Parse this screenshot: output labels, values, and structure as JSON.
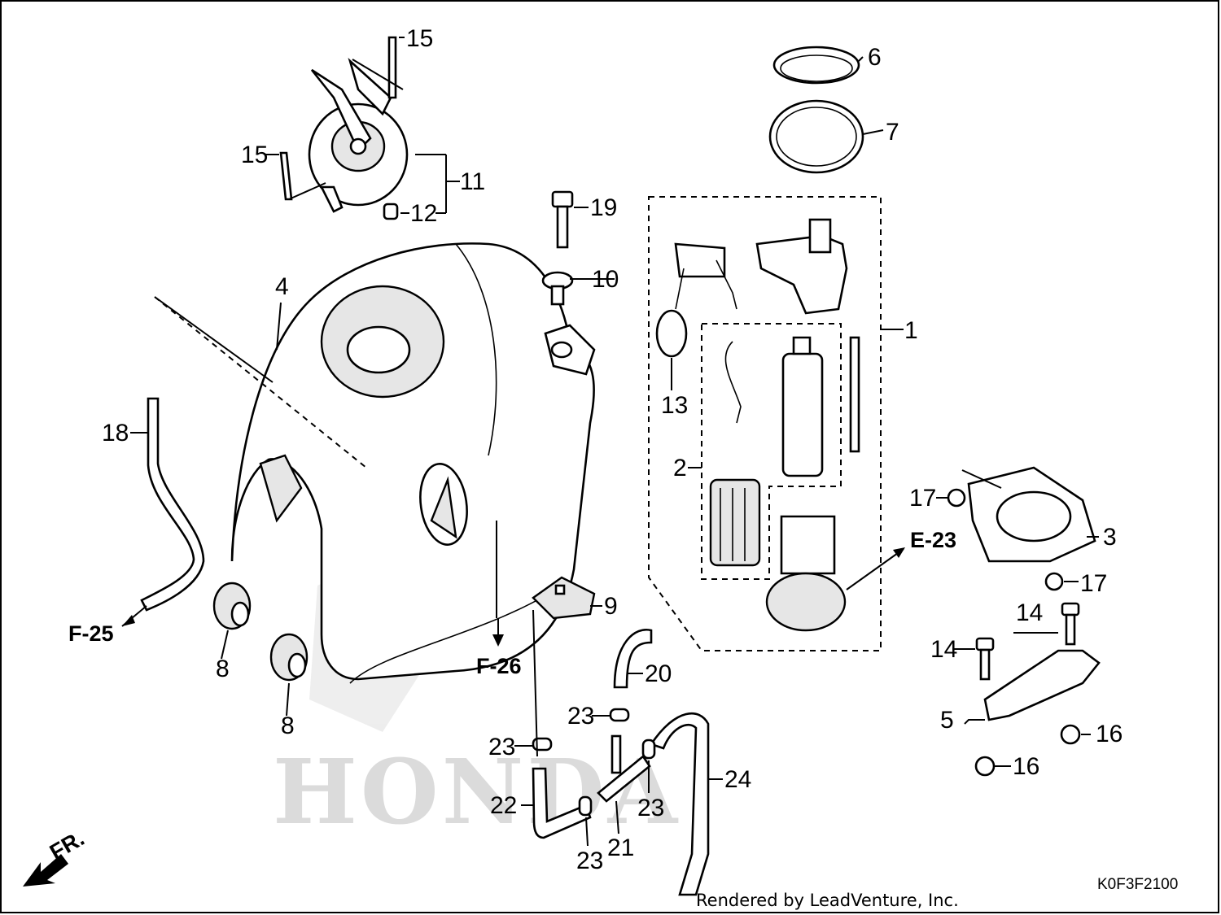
{
  "diagram": {
    "callouts": [
      {
        "key": "p1",
        "label": "1"
      },
      {
        "key": "p2",
        "label": "2"
      },
      {
        "key": "p3",
        "label": "3"
      },
      {
        "key": "p4",
        "label": "4"
      },
      {
        "key": "p5",
        "label": "5"
      },
      {
        "key": "p6",
        "label": "6"
      },
      {
        "key": "p7",
        "label": "7"
      },
      {
        "key": "p8a",
        "label": "8"
      },
      {
        "key": "p8b",
        "label": "8"
      },
      {
        "key": "p9",
        "label": "9"
      },
      {
        "key": "p10",
        "label": "10"
      },
      {
        "key": "p11",
        "label": "11"
      },
      {
        "key": "p12",
        "label": "12"
      },
      {
        "key": "p13",
        "label": "13"
      },
      {
        "key": "p14a",
        "label": "14"
      },
      {
        "key": "p14b",
        "label": "14"
      },
      {
        "key": "p15a",
        "label": "15"
      },
      {
        "key": "p15b",
        "label": "15"
      },
      {
        "key": "p16a",
        "label": "16"
      },
      {
        "key": "p16b",
        "label": "16"
      },
      {
        "key": "p17a",
        "label": "17"
      },
      {
        "key": "p17b",
        "label": "17"
      },
      {
        "key": "p18",
        "label": "18"
      },
      {
        "key": "p19",
        "label": "19"
      },
      {
        "key": "p20",
        "label": "20"
      },
      {
        "key": "p21",
        "label": "21"
      },
      {
        "key": "p22",
        "label": "22"
      },
      {
        "key": "p23a",
        "label": "23"
      },
      {
        "key": "p23b",
        "label": "23"
      },
      {
        "key": "p23c",
        "label": "23"
      },
      {
        "key": "p23d",
        "label": "23"
      },
      {
        "key": "p24",
        "label": "24"
      }
    ],
    "references": [
      {
        "key": "f25",
        "label": "F-25"
      },
      {
        "key": "f26",
        "label": "F-26"
      },
      {
        "key": "e23",
        "label": "E-23"
      }
    ],
    "direction_label": "FR.",
    "diagram_code": "K0F3F2100",
    "credit": "Rendered by LeadVenture, Inc.",
    "watermark": "HONDA"
  }
}
